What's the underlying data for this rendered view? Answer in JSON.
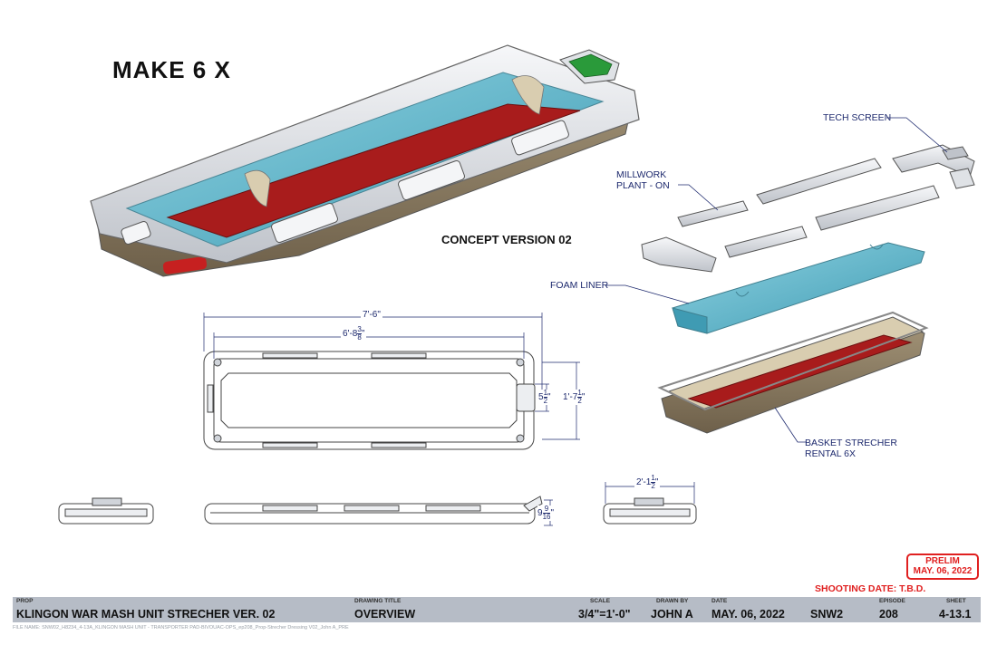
{
  "header": {
    "make_qty": "MAKE 6 X",
    "concept": "CONCEPT VERSION 02"
  },
  "callouts": {
    "tech_screen": "TECH SCREEN",
    "millwork_line1": "MILLWORK",
    "millwork_line2": "PLANT - ON",
    "foam_liner": "FOAM LINER",
    "basket_line1": "BASKET STRECHER",
    "basket_line2": "RENTAL 6X"
  },
  "dimensions": {
    "overall_length": "7'-6\"",
    "inner_length_whole": "6'-8",
    "inner_length_num": "3",
    "inner_length_den": "8",
    "handle_whole": "5",
    "handle_num": "1",
    "handle_den": "2",
    "width_whole": "1'-7",
    "width_num": "1",
    "width_den": "2",
    "height_whole": "9",
    "height_num": "9",
    "height_den": "16",
    "end_width_whole": "2'-1",
    "end_width_num": "1",
    "end_width_den": "2"
  },
  "status": {
    "prelim_line1": "PRELIM",
    "prelim_line2": "MAY. 06, 2022",
    "shooting_date": "SHOOTING DATE:  T.B.D."
  },
  "title_block": {
    "prop_label": "PROP",
    "prop": "KLINGON WAR MASH UNIT STRECHER VER. 02",
    "drawing_title_label": "DRAWING TITLE",
    "drawing_title": "OVERVIEW",
    "scale_label": "SCALE",
    "scale": "3/4\"=1'-0\"",
    "drawn_by_label": "DRAWN BY",
    "drawn_by": "JOHN A",
    "date_label": "DATE",
    "date": "MAY. 06, 2022",
    "show": "SNW2",
    "episode_label": "EPISODE",
    "episode": "208",
    "sheet_label": "SHEET",
    "sheet": "4-13.1"
  },
  "file_name": "FILE NAME: SNW02_H8234_4-13A_KLINGON MASH UNIT - TRANSPORTER PAD-BIVOUAC-OPS_ep208_Prop-Strecher Dressing V02_John A_PRE",
  "colors": {
    "foam": "#5fb8cc",
    "bed": "#a81c1c",
    "frame": "#e4e6ea",
    "hull": "#8a7a60",
    "screen": "#2a9a3a",
    "accent_red": "#e02020",
    "title_bar": "#b6bcc6"
  }
}
